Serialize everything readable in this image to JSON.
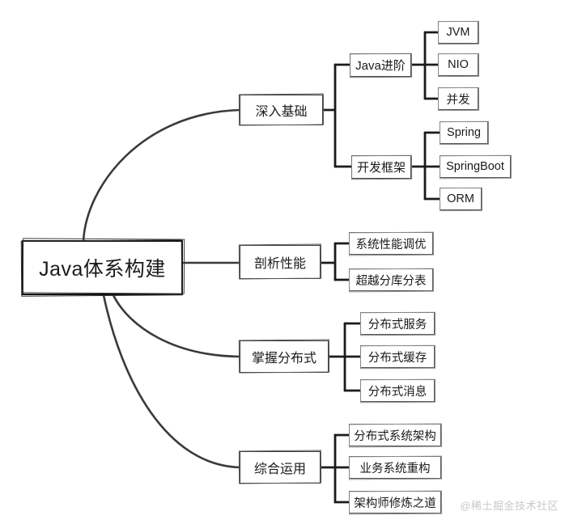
{
  "diagram": {
    "type": "mindmap",
    "title": "Java体系构建",
    "root": {
      "label": "Java体系构建"
    },
    "branches": [
      {
        "label": "深入基础",
        "children": [
          {
            "label": "Java进阶",
            "children": [
              {
                "label": "JVM"
              },
              {
                "label": "NIO"
              },
              {
                "label": "并发"
              }
            ]
          },
          {
            "label": "开发框架",
            "children": [
              {
                "label": "Spring"
              },
              {
                "label": "SpringBoot"
              },
              {
                "label": "ORM"
              }
            ]
          }
        ]
      },
      {
        "label": "剖析性能",
        "children": [
          {
            "label": "系统性能调优"
          },
          {
            "label": "超越分库分表"
          }
        ]
      },
      {
        "label": "掌握分布式",
        "children": [
          {
            "label": "分布式服务"
          },
          {
            "label": "分布式缓存"
          },
          {
            "label": "分布式消息"
          }
        ]
      },
      {
        "label": "综合运用",
        "children": [
          {
            "label": "分布式系统架构"
          },
          {
            "label": "业务系统重构"
          },
          {
            "label": "架构师修炼之道"
          }
        ]
      }
    ]
  },
  "watermark": {
    "text": "@稀土掘金技术社区"
  },
  "colors": {
    "background": "#ffffff",
    "stroke_dark": "#2b2b2b",
    "stroke_mid": "#4a4a4a",
    "stroke_light": "#8a8a8a",
    "text": "#1a1a1a",
    "watermark": "#c9c9c9"
  }
}
